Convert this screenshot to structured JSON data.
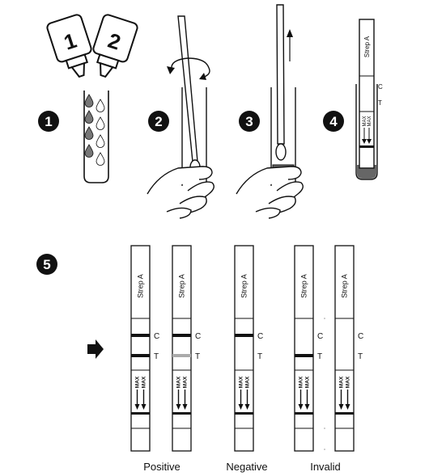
{
  "steps": [
    {
      "number": "1"
    },
    {
      "number": "2"
    },
    {
      "number": "3"
    },
    {
      "number": "4"
    },
    {
      "number": "5"
    }
  ],
  "reagents": {
    "bottle_1": "1",
    "bottle_2": "2"
  },
  "strip": {
    "brand": "Strep A",
    "control_mark": "C",
    "test_mark": "T",
    "max_top": "MAX",
    "max_bottom": "MAX"
  },
  "results": {
    "positive": "Positive",
    "negative": "Negative",
    "invalid": "Invalid"
  },
  "colors": {
    "ink": "#111111",
    "faint_line": "#aaaaaa",
    "liquid": "#777777"
  }
}
